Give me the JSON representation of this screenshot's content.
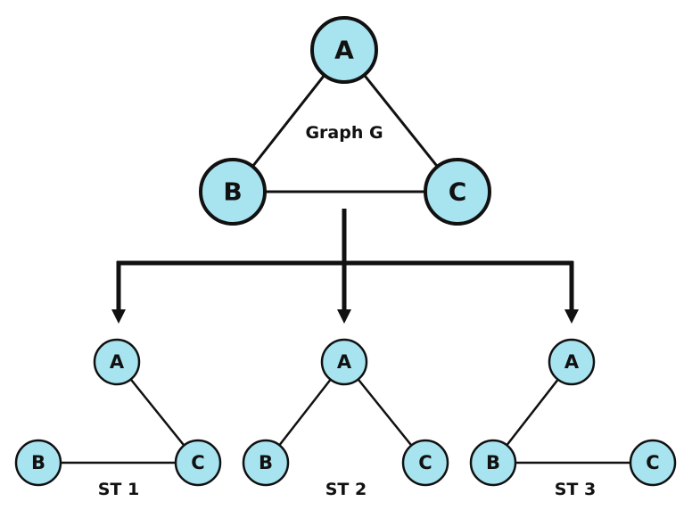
{
  "colors": {
    "node_fill": "#a8e4f0",
    "stroke": "#111111",
    "background": "#ffffff"
  },
  "main_graph": {
    "title": "Graph G",
    "nodes": [
      {
        "id": "A",
        "label": "A"
      },
      {
        "id": "B",
        "label": "B"
      },
      {
        "id": "C",
        "label": "C"
      }
    ],
    "edges": [
      [
        "A",
        "B"
      ],
      [
        "A",
        "C"
      ],
      [
        "B",
        "C"
      ]
    ]
  },
  "spanning_trees": [
    {
      "title": "ST 1",
      "nodes": [
        {
          "id": "A",
          "label": "A"
        },
        {
          "id": "B",
          "label": "B"
        },
        {
          "id": "C",
          "label": "C"
        }
      ],
      "edges": [
        [
          "A",
          "C"
        ],
        [
          "B",
          "C"
        ]
      ]
    },
    {
      "title": "ST 2",
      "nodes": [
        {
          "id": "A",
          "label": "A"
        },
        {
          "id": "B",
          "label": "B"
        },
        {
          "id": "C",
          "label": "C"
        }
      ],
      "edges": [
        [
          "A",
          "B"
        ],
        [
          "A",
          "C"
        ]
      ]
    },
    {
      "title": "ST 3",
      "nodes": [
        {
          "id": "A",
          "label": "A"
        },
        {
          "id": "B",
          "label": "B"
        },
        {
          "id": "C",
          "label": "C"
        }
      ],
      "edges": [
        [
          "A",
          "B"
        ],
        [
          "B",
          "C"
        ]
      ]
    }
  ]
}
